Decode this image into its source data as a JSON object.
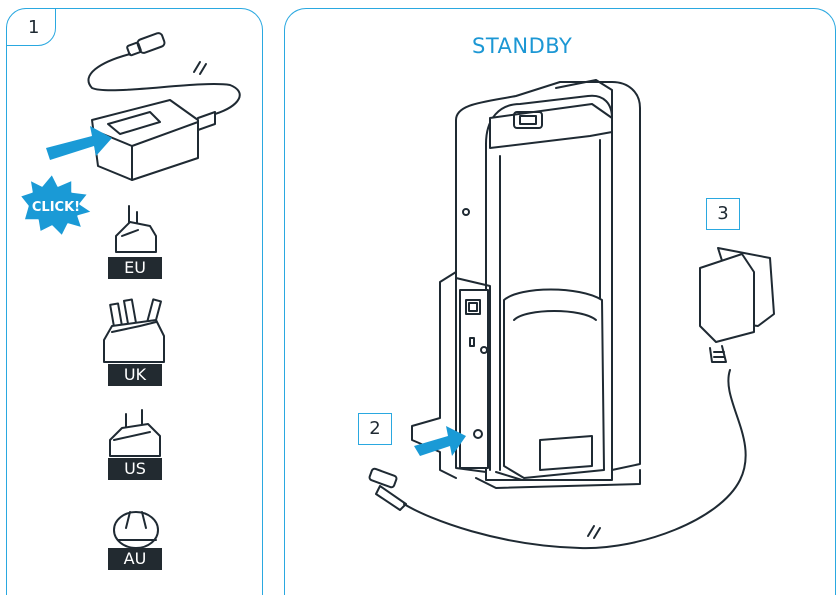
{
  "title": "STANDBY",
  "steps": {
    "one": "1",
    "two": "2",
    "three": "3"
  },
  "click_label": "CLICK!",
  "plug_types": [
    "EU",
    "UK",
    "US",
    "AU"
  ],
  "colors": {
    "accent": "#2aa8e0",
    "title": "#1c97d4",
    "arrow": "#1a9ad6",
    "label_bg": "#222a30",
    "line_art": "#1f2a33"
  }
}
